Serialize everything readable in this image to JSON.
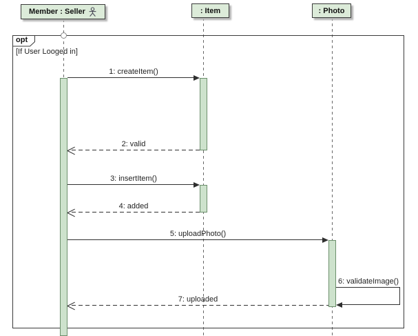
{
  "colors": {
    "background": "#ffffff",
    "header-fill": "#dcebd9",
    "activation-fill": "#cde2cc",
    "activation-border": "#6b8f6b",
    "box-border": "#3a3a3a",
    "line-color": "#2f2f2f",
    "lifeline-color": "#666666",
    "shadow-color": "#b4b4b4"
  },
  "lifelines": [
    {
      "label": "Member : Seller",
      "icon": "actor-icon"
    },
    {
      "label": ": Item"
    },
    {
      "label": ": Photo"
    }
  ],
  "fragment": {
    "operator": "opt",
    "guard": "[If User Looged in]"
  },
  "messages": [
    {
      "label": "1: createItem()",
      "from": "Member : Seller",
      "to": ": Item",
      "type": "call"
    },
    {
      "label": "2: valid",
      "from": ": Item",
      "to": "Member : Seller",
      "type": "return"
    },
    {
      "label": "3: insertItem()",
      "from": "Member : Seller",
      "to": ": Item",
      "type": "call"
    },
    {
      "label": "4: added",
      "from": ": Item",
      "to": "Member : Seller",
      "type": "return"
    },
    {
      "label": "5: uploadPhoto()",
      "from": "Member : Seller",
      "to": ": Photo",
      "type": "call"
    },
    {
      "label": "6: validateImage()",
      "from": ": Photo",
      "to": ": Photo",
      "type": "self-call"
    },
    {
      "label": "7: uploaded",
      "from": ": Photo",
      "to": "Member : Seller",
      "type": "return"
    }
  ]
}
